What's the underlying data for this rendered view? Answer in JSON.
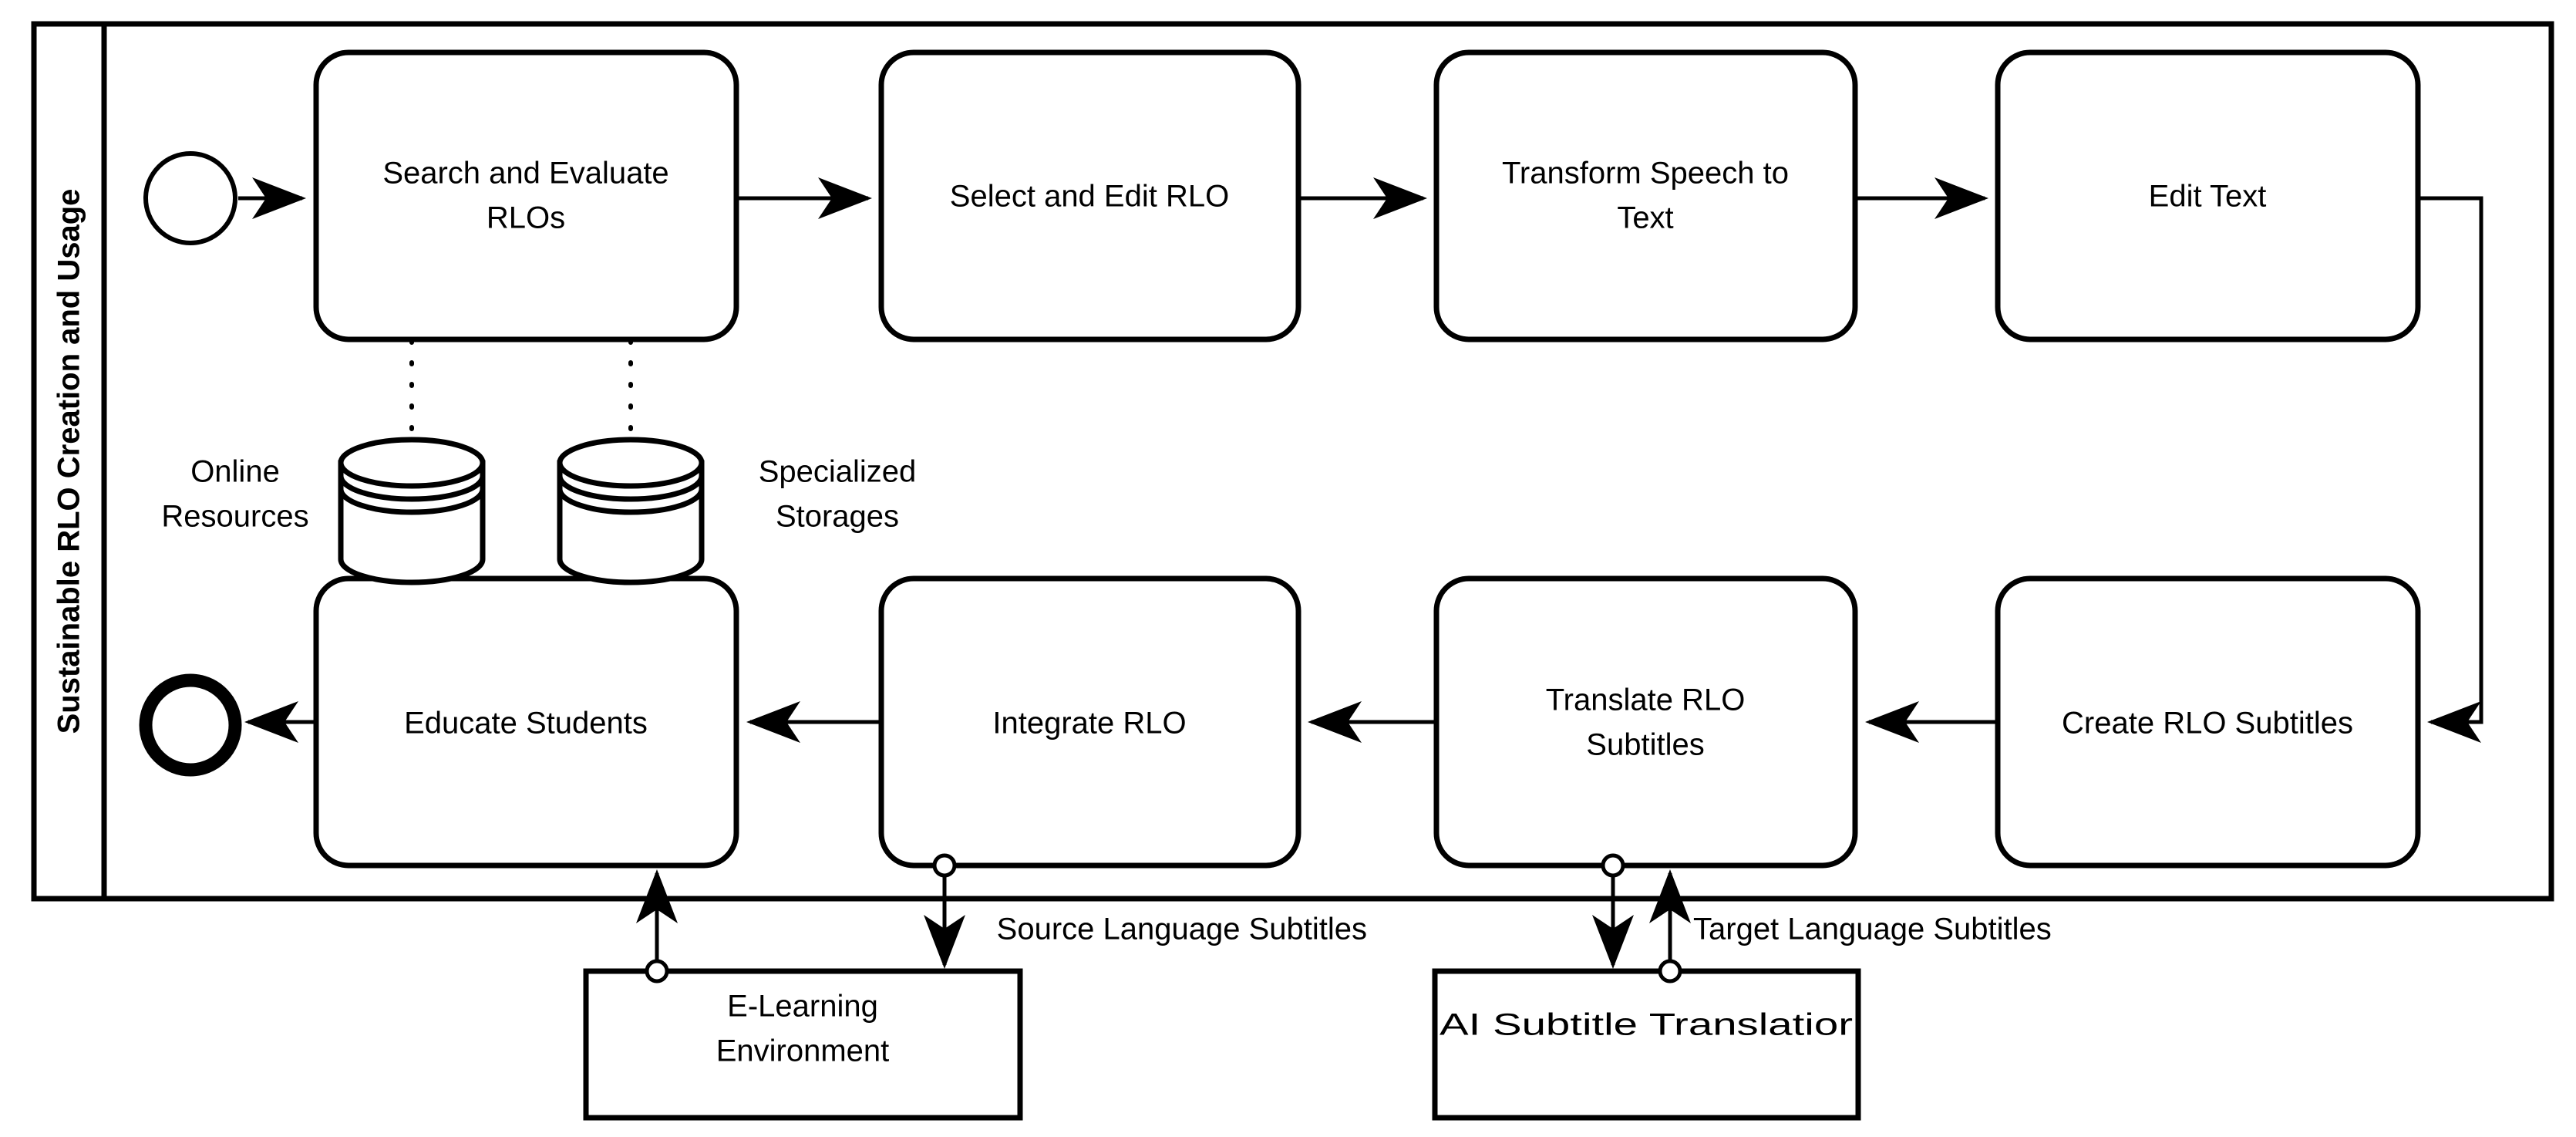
{
  "diagram": {
    "type": "bpmn-process-diagram",
    "pool": {
      "lane_label": "Sustainable RLO Creation and Usage"
    },
    "events": [
      {
        "id": "start",
        "kind": "start-event",
        "label": ""
      },
      {
        "id": "end",
        "kind": "end-event",
        "label": ""
      }
    ],
    "tasks": [
      {
        "id": "search-evaluate-rlos",
        "label": "Search and Evaluate RLOs",
        "line1": "Search and Evaluate",
        "line2": "RLOs"
      },
      {
        "id": "select-edit-rlo",
        "label": "Select and Edit RLO",
        "line1": "Select and Edit RLO",
        "line2": ""
      },
      {
        "id": "transform-speech-to-text",
        "label": "Transform Speech to Text",
        "line1": "Transform Speech to",
        "line2": "Text"
      },
      {
        "id": "edit-text",
        "label": "Edit Text",
        "line1": "Edit Text",
        "line2": ""
      },
      {
        "id": "create-rlo-subtitles",
        "label": "Create RLO Subtitles",
        "line1": "Create RLO Subtitles",
        "line2": ""
      },
      {
        "id": "translate-rlo-subtitles",
        "label": "Translate RLO Subtitles",
        "line1": "Translate RLO",
        "line2": "Subtitles"
      },
      {
        "id": "integrate-rlo",
        "label": "Integrate RLO",
        "line1": "Integrate RLO",
        "line2": ""
      },
      {
        "id": "educate-students",
        "label": "Educate Students",
        "line1": "Educate Students",
        "line2": ""
      }
    ],
    "data_stores": [
      {
        "id": "online-resources",
        "line1": "Online",
        "line2": "Resources"
      },
      {
        "id": "specialized-storages",
        "line1": "Specialized",
        "line2": "Storages"
      }
    ],
    "external_participants": [
      {
        "id": "e-learning-environment",
        "line1": "E-Learning",
        "line2": "Environment"
      },
      {
        "id": "ai-subtitle-translator",
        "line1": "AI Subtitle Translatior",
        "line2": ""
      }
    ],
    "message_flow_labels": [
      {
        "id": "source-language-subtitles",
        "text": "Source Language Subtitles"
      },
      {
        "id": "target-language-subtitles",
        "text": "Target Language Subtitles"
      }
    ],
    "colors": {
      "stroke": "#000000",
      "fill": "#ffffff",
      "text": "#000000"
    }
  }
}
